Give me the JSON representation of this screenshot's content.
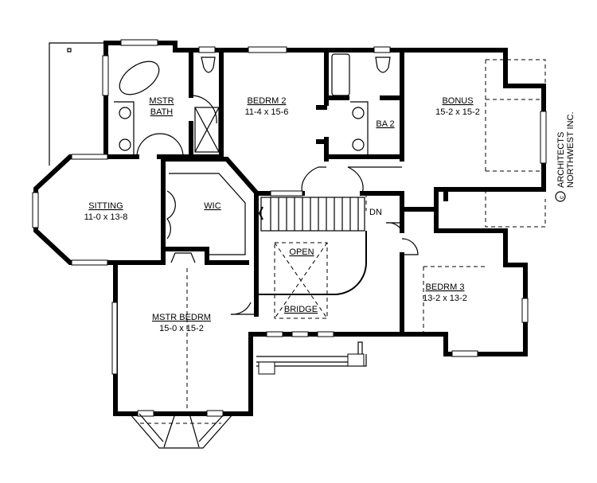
{
  "rooms": {
    "mstr_bath": {
      "name_line1": "MSTR",
      "name_line2": "BATH"
    },
    "bedrm2": {
      "name": "BEDRM 2",
      "size": "11-4 x 15-6"
    },
    "ba2": {
      "name": "BA 2"
    },
    "bonus": {
      "name": "BONUS",
      "size": "15-2 x 15-2"
    },
    "sitting": {
      "name": "SITTING",
      "size": "11-0 x 13-8"
    },
    "wic": {
      "name": "WIC"
    },
    "stair": {
      "label": "DN"
    },
    "open": {
      "label": "OPEN"
    },
    "bridge": {
      "label": "BRIDGE"
    },
    "mstr_bedrm": {
      "name": "MSTR BEDRM",
      "size": "15-0 x 15-2"
    },
    "bedrm3": {
      "name": "BEDRM 3",
      "size": "13-2 x 13-2"
    }
  },
  "copyright": {
    "symbol": "c",
    "line1": "ARCHITECTS",
    "line2": "NORTHWEST INC."
  }
}
